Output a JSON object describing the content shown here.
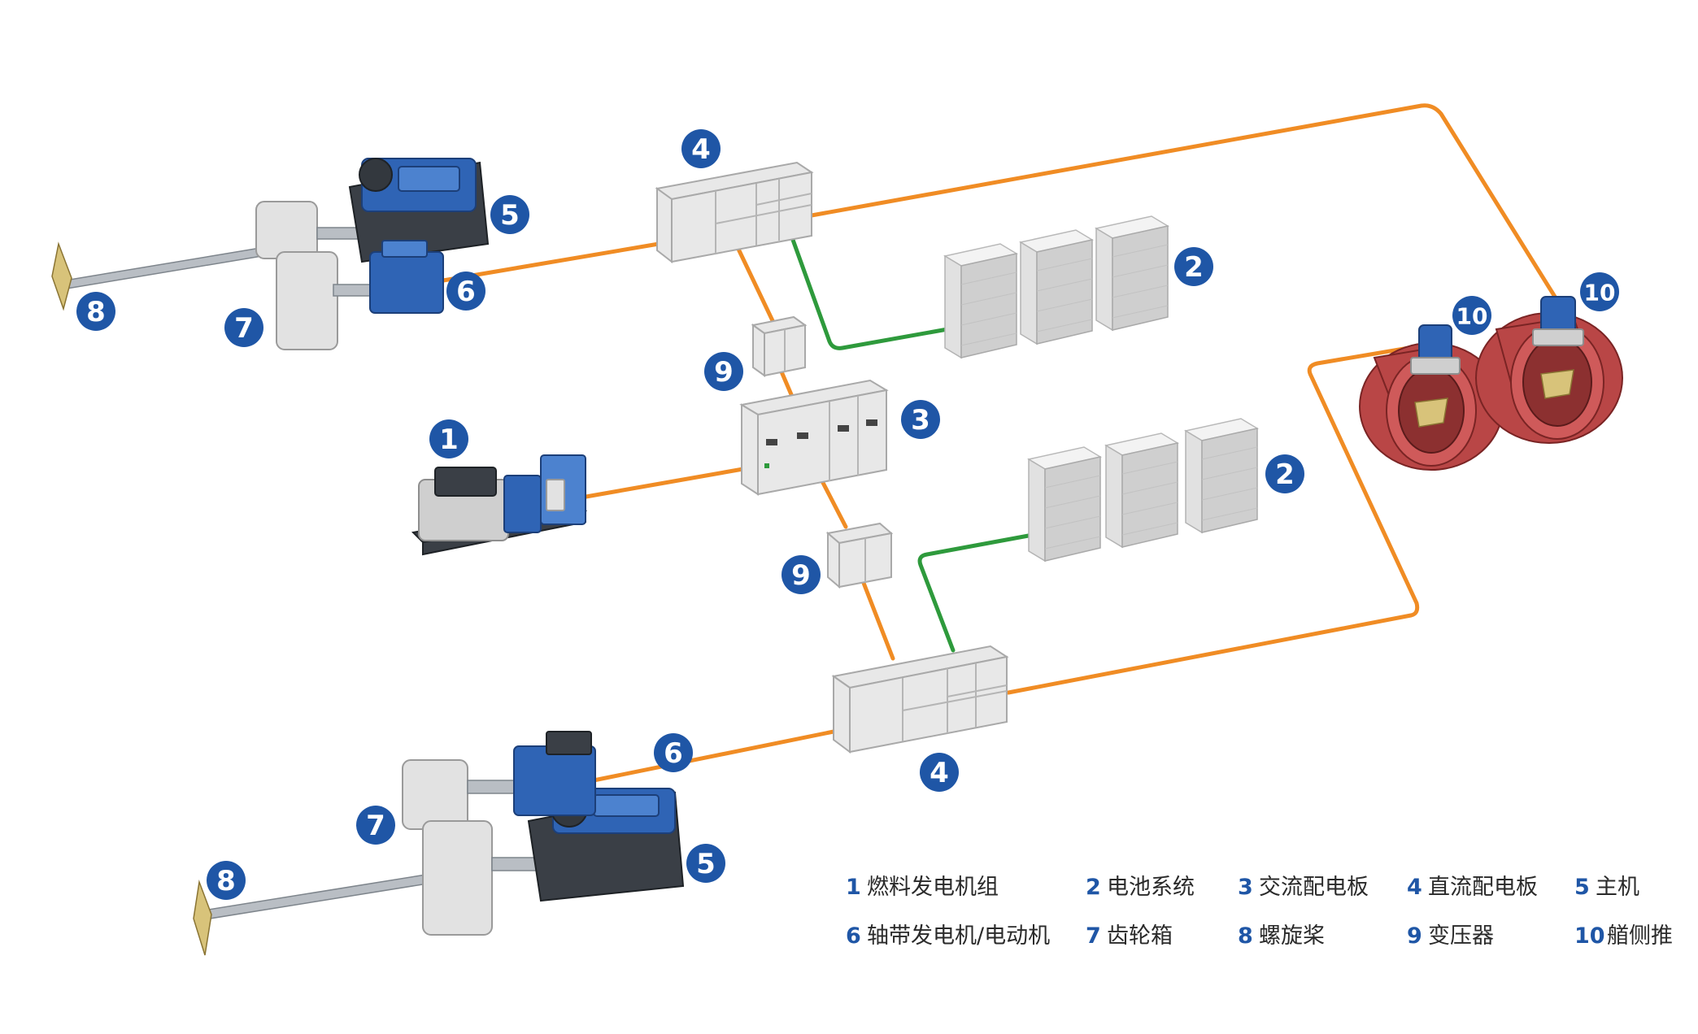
{
  "badges": {
    "b1": "1",
    "b2_top": "2",
    "b2_bottom": "2",
    "b3": "3",
    "b4_top": "4",
    "b4_bottom": "4",
    "b5_top": "5",
    "b5_bottom": "5",
    "b6_top": "6",
    "b6_bottom": "6",
    "b7_top": "7",
    "b7_bottom": "7",
    "b8_top": "8",
    "b8_bottom": "8",
    "b9_top": "9",
    "b9_bottom": "9",
    "b10_left": "10",
    "b10_right": "10"
  },
  "legend": [
    {
      "num": "1",
      "label": "燃料发电机组"
    },
    {
      "num": "2",
      "label": "电池系统"
    },
    {
      "num": "3",
      "label": "交流配电板"
    },
    {
      "num": "4",
      "label": "直流配电板"
    },
    {
      "num": "5",
      "label": "主机"
    },
    {
      "num": "6",
      "label": "轴带发电机/电动机"
    },
    {
      "num": "7",
      "label": "齿轮箱"
    },
    {
      "num": "8",
      "label": "螺旋桨"
    },
    {
      "num": "9",
      "label": "变压器"
    },
    {
      "num": "10",
      "label": "艏侧推"
    }
  ],
  "colors": {
    "badge": "#1f56a6",
    "ac_cable": "#f08c24",
    "dc_cable": "#2e9a3c",
    "thruster": "#b94646",
    "motor_blue": "#2f64b5"
  }
}
